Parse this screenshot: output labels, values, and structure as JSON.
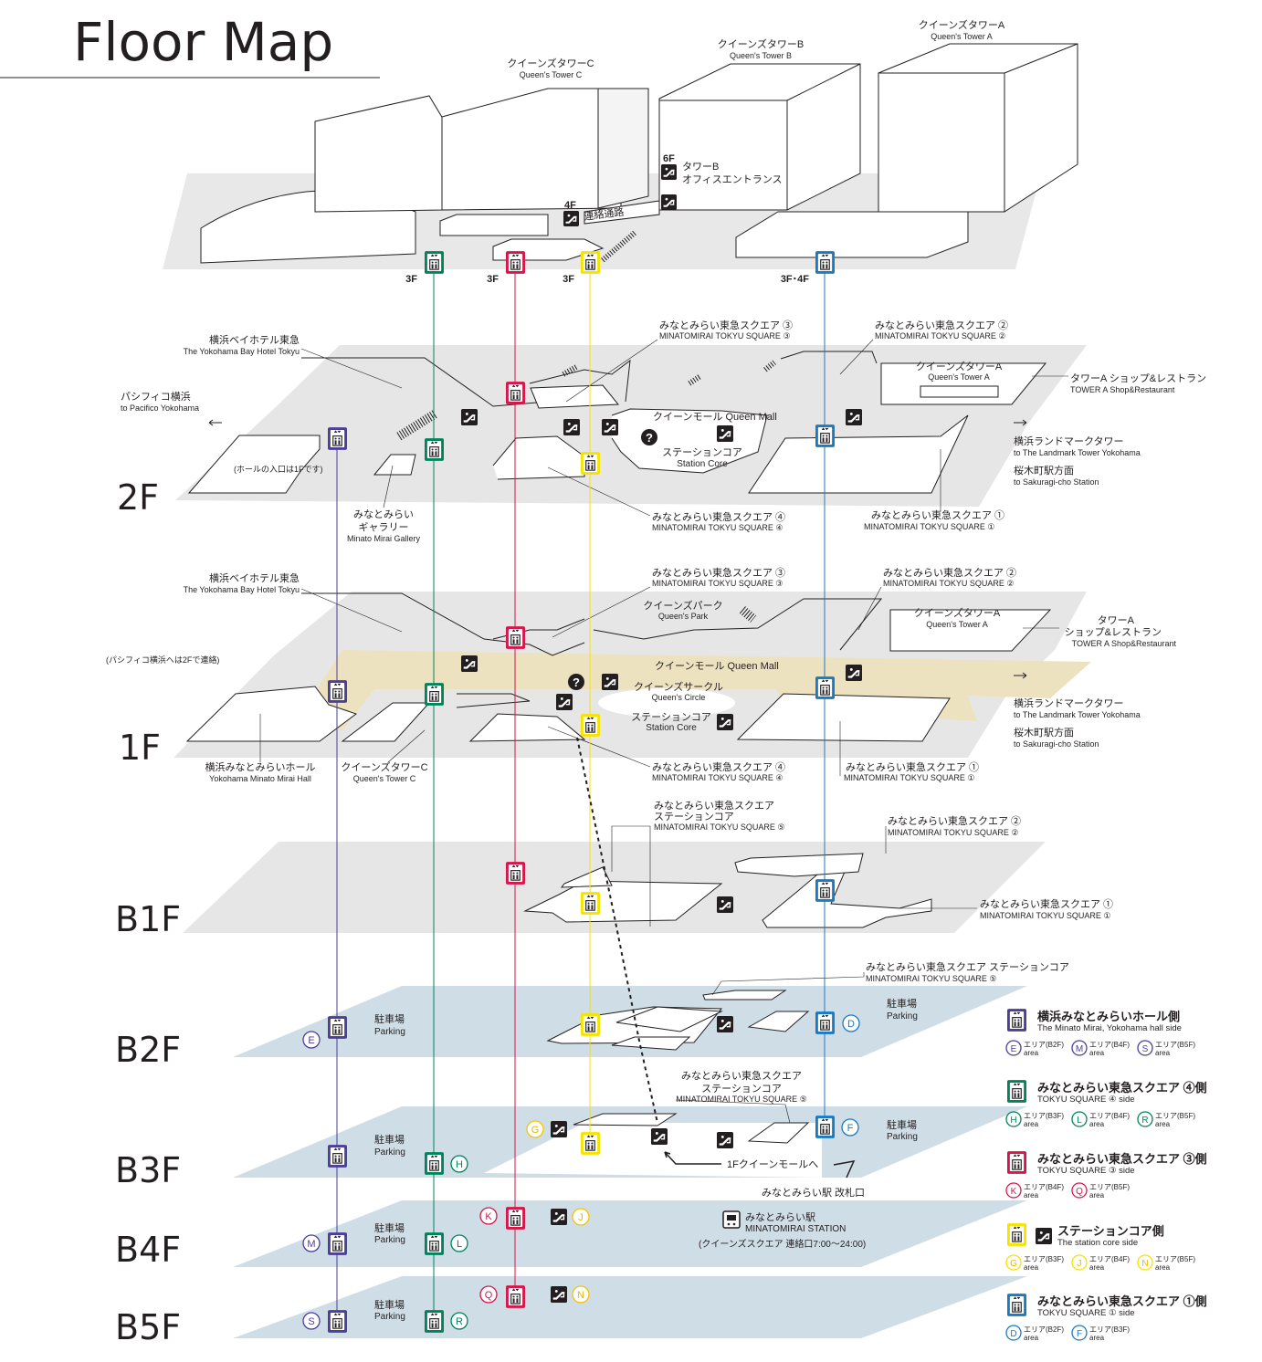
{
  "title": "Floor Map",
  "colors": {
    "purple": "#4b3f99",
    "green": "#00845a",
    "red": "#d6174b",
    "yellow": "#f5e400",
    "blue": "#1a7ac3",
    "floor_gray": "#e6e6e6",
    "floor_blue": "#cfdde6",
    "mall_tan": "#ece2c0",
    "ink": "#231f20"
  },
  "towers": {
    "a": {
      "jp": "クイーンズタワーA",
      "en": "Queen's Tower A"
    },
    "b": {
      "jp": "クイーンズタワーB",
      "en": "Queen's Tower B"
    },
    "c": {
      "jp": "クイーンズタワーC",
      "en": "Queen's Tower C"
    }
  },
  "top": {
    "b_office_floor": "6F",
    "b_office_jp1": "タワーB",
    "b_office_jp2": "オフィスエントランス",
    "connector_floor": "4F",
    "connector_jp": "連絡通路",
    "elev_floors": [
      "3F",
      "3F",
      "3F",
      "3F･4F"
    ]
  },
  "floors": {
    "f2": "2F",
    "f1": "1F",
    "b1": "B1F",
    "b2": "B2F",
    "b3": "B3F",
    "b4": "B4F",
    "b5": "B5F"
  },
  "f2": {
    "hotel_jp": "横浜ベイホテル東急",
    "hotel_en": "The Yokohama Bay Hotel Tokyu",
    "pacifico_jp": "パシフィコ横浜",
    "pacifico_en": "to Pacifico Yokohama",
    "hall_note": "(ホールの入口は1Fです)",
    "gallery_jp1": "みなとみらい",
    "gallery_jp2": "ギャラリー",
    "gallery_en": "Minato Mirai Gallery",
    "sq3_jp": "みなとみらい東急スクエア ③",
    "sq3_en": "MINATOMIRAI TOKYU SQUARE ③",
    "sq2_jp": "みなとみらい東急スクエア ②",
    "sq2_en": "MINATOMIRAI TOKYU SQUARE ②",
    "towera_jp": "クイーンズタワーA",
    "towera_en": "Queen's Tower A",
    "shop_jp": "タワーA ショップ&レストラン",
    "shop_en": "TOWER A Shop&Restaurant",
    "mall": "クイーンモール  Queen Mall",
    "core_jp": "ステーションコア",
    "core_en": "Station Core",
    "landmark_jp": "横浜ランドマークタワー",
    "landmark_en": "to The Landmark Tower Yokohama",
    "sakuragi_jp": "桜木町駅方面",
    "sakuragi_en": "to Sakuragi-cho Station",
    "sq4_jp": "みなとみらい東急スクエア ④",
    "sq4_en": "MINATOMIRAI TOKYU SQUARE ④",
    "sq1_jp": "みなとみらい東急スクエア ①",
    "sq1_en": "MINATOMIRAI TOKYU SQUARE ①"
  },
  "f1": {
    "hotel_jp": "横浜ベイホテル東急",
    "hotel_en": "The Yokohama Bay Hotel Tokyu",
    "pacifico_note": "(パシフィコ横浜へは2Fで連絡)",
    "sq3_jp": "みなとみらい東急スクエア ③",
    "sq3_en": "MINATOMIRAI TOKYU SQUARE ③",
    "park_jp": "クイーンズパーク",
    "park_en": "Queen's Park",
    "sq2_jp": "みなとみらい東急スクエア ②",
    "sq2_en": "MINATOMIRAI TOKYU SQUARE ②",
    "towera_jp": "クイーンズタワーA",
    "towera_en": "Queen's Tower A",
    "shop_jp1": "タワーA",
    "shop_jp2": "ショップ&レストラン",
    "shop_en": "TOWER A Shop&Restaurant",
    "mall": "クイーンモール  Queen Mall",
    "circle_jp": "クイーンズサークル",
    "circle_en": "Queen's Circle",
    "core_jp": "ステーションコア",
    "core_en": "Station Core",
    "landmark_jp": "横浜ランドマークタワー",
    "landmark_en": "to The Landmark Tower Yokohama",
    "sakuragi_jp": "桜木町駅方面",
    "sakuragi_en": "to Sakuragi-cho Station",
    "hall_jp": "横浜みなとみらいホール",
    "hall_en": "Yokohama Minato Mirai Hall",
    "towerc_jp": "クイーンズタワーC",
    "towerc_en": "Queen's Tower C",
    "sq4_jp": "みなとみらい東急スクエア ④",
    "sq4_en": "MINATOMIRAI TOKYU SQUARE ④",
    "sq1_jp": "みなとみらい東急スクエア ①",
    "sq1_en": "MINATOMIRAI TOKYU SQUARE ①"
  },
  "b1": {
    "sq5_jp1": "みなとみらい東急スクエア",
    "sq5_jp2": "ステーションコア",
    "sq5_en": "MINATOMIRAI TOKYU SQUARE ⑤",
    "sq2_jp": "みなとみらい東急スクエア ②",
    "sq2_en": "MINATOMIRAI TOKYU SQUARE ②",
    "sq1_jp": "みなとみらい東急スクエア ①",
    "sq1_en": "MINATOMIRAI TOKYU SQUARE ①"
  },
  "b2": {
    "sq5_jp": "みなとみらい東急スクエア ステーションコア",
    "sq5_en": "MINATOMIRAI TOKYU SQUARE ⑤",
    "parking_jp": "駐車場",
    "parking_en": "Parking",
    "area_left": "E",
    "area_right": "D"
  },
  "b3": {
    "sq5_jp1": "みなとみらい東急スクエア",
    "sq5_jp2": "ステーションコア",
    "sq5_en": "MINATOMIRAI TOKYU SQUARE ⑤",
    "parking_jp": "駐車場",
    "parking_en": "Parking",
    "area_g": "G",
    "area_f": "F",
    "area_h": "H",
    "to_mall": "1Fクイーンモールへ",
    "gate": "みなとみらい駅 改札口"
  },
  "b4": {
    "parking_jp": "駐車場",
    "parking_en": "Parking",
    "area_k": "K",
    "area_j": "J",
    "area_m": "M",
    "area_l": "L",
    "station_jp": "みなとみらい駅",
    "station_en": "MINATOMIRAI STATION",
    "station_note": "(クイーンズスクエア 連絡口7:00～24:00)"
  },
  "b5": {
    "parking_jp": "駐車場",
    "parking_en": "Parking",
    "area_q": "Q",
    "area_n": "N",
    "area_s": "S",
    "area_r": "R"
  },
  "legend": [
    {
      "color": "purple",
      "jp": "横浜みなとみらいホール側",
      "en": "The Minato Mirai, Yokohama hall side",
      "areas": [
        {
          "letter": "E",
          "label": "エリア",
          "floor": "(B2F)",
          "en": "area"
        },
        {
          "letter": "M",
          "label": "エリア",
          "floor": "(B4F)",
          "en": "area"
        },
        {
          "letter": "S",
          "label": "エリア",
          "floor": "(B5F)",
          "en": "area"
        }
      ]
    },
    {
      "color": "green",
      "jp": "みなとみらい東急スクエア ④側",
      "en": "TOKYU SQUARE ④ side",
      "areas": [
        {
          "letter": "H",
          "label": "エリア",
          "floor": "(B3F)",
          "en": "area"
        },
        {
          "letter": "L",
          "label": "エリア",
          "floor": "(B4F)",
          "en": "area"
        },
        {
          "letter": "R",
          "label": "エリア",
          "floor": "(B5F)",
          "en": "area"
        }
      ]
    },
    {
      "color": "red",
      "jp": "みなとみらい東急スクエア ③側",
      "en": "TOKYU SQUARE ③ side",
      "areas": [
        {
          "letter": "K",
          "label": "エリア",
          "floor": "(B4F)",
          "en": "area"
        },
        {
          "letter": "Q",
          "label": "エリア",
          "floor": "(B5F)",
          "en": "area"
        }
      ]
    },
    {
      "color": "yellow",
      "jp": "ステーションコア側",
      "en": "The station core side",
      "areas": [
        {
          "letter": "G",
          "label": "エリア",
          "floor": "(B3F)",
          "en": "area"
        },
        {
          "letter": "J",
          "label": "エリア",
          "floor": "(B4F)",
          "en": "area"
        },
        {
          "letter": "N",
          "label": "エリア",
          "floor": "(B5F)",
          "en": "area"
        }
      ]
    },
    {
      "color": "blue",
      "jp": "みなとみらい東急スクエア ①側",
      "en": "TOKYU SQUARE ① side",
      "areas": [
        {
          "letter": "D",
          "label": "エリア",
          "floor": "(B2F)",
          "en": "area"
        },
        {
          "letter": "F",
          "label": "エリア",
          "floor": "(B3F)",
          "en": "area"
        }
      ]
    }
  ],
  "icons": {
    "elevator": "elevator-icon",
    "escalator": "escalator-icon",
    "info": "information-icon",
    "train": "train-icon"
  }
}
